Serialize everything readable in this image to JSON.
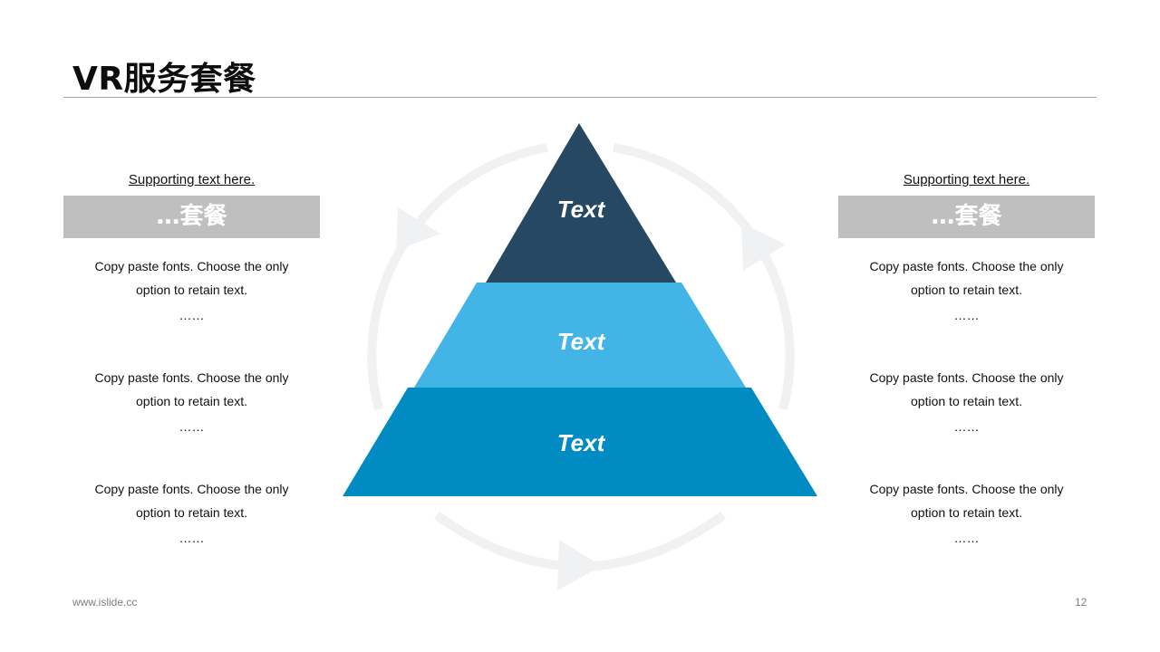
{
  "header": {
    "title": "VR服务套餐"
  },
  "pyramid": {
    "tiers": [
      {
        "label": "Text",
        "color": "#264863"
      },
      {
        "label": "Text",
        "color": "#43b4e6"
      },
      {
        "label": "Text",
        "color": "#008cc2"
      }
    ],
    "cycle_color": "#f0f1f2"
  },
  "left_panel": {
    "supporting": "Supporting text here.",
    "banner": "…套餐",
    "blocks": [
      {
        "line1": "Copy paste fonts. Choose the only",
        "line2": "option to retain text.",
        "dots": "……"
      },
      {
        "line1": "Copy paste fonts. Choose the only",
        "line2": "option to retain text.",
        "dots": "……"
      },
      {
        "line1": "Copy paste fonts. Choose the only",
        "line2": "option to retain text.",
        "dots": "……"
      }
    ]
  },
  "right_panel": {
    "supporting": "Supporting text here.",
    "banner": "…套餐",
    "blocks": [
      {
        "line1": "Copy paste fonts. Choose the only",
        "line2": "option to retain text.",
        "dots": "……"
      },
      {
        "line1": "Copy paste fonts. Choose the only",
        "line2": "option to retain text.",
        "dots": "……"
      },
      {
        "line1": "Copy paste fonts. Choose the only",
        "line2": "option to retain text.",
        "dots": "……"
      }
    ]
  },
  "footer": {
    "url": "www.islide.cc",
    "page": "12"
  }
}
